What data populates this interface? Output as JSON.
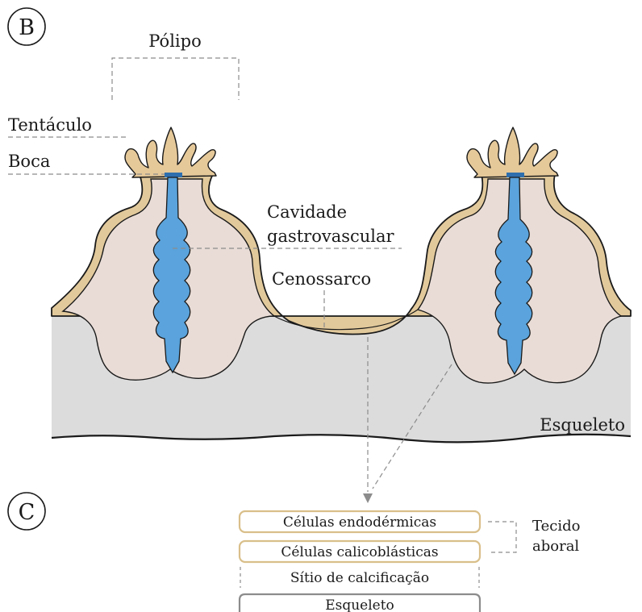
{
  "panels": {
    "b": "B",
    "c": "C"
  },
  "labels": {
    "polyp": "Pólipo",
    "tentacle": "Tentáculo",
    "mouth": "Boca",
    "cavity_line1": "Cavidade",
    "cavity_line2": "gastrovascular",
    "coenosarc": "Cenossarco",
    "skeleton": "Esqueleto"
  },
  "layers": {
    "endodermal": "Células endodérmicas",
    "calicoblastic": "Células calicoblásticas",
    "calcification_site": "Sítio de calcificação",
    "skeleton": "Esqueleto",
    "aboral_line1": "Tecido",
    "aboral_line2": "aboral"
  },
  "colors": {
    "tissue_fill": "#e9dcd6",
    "tissue_outline": "#d9bf8a",
    "tentacle_fill": "#e6c999",
    "cavity_blue": "#5aa3dc",
    "cavity_blue_dark": "#2f6fae",
    "skeleton_fill": "#dcdcdc",
    "skeleton_box": "#8c8c8c",
    "dash_gray": "#8c8c8c"
  }
}
